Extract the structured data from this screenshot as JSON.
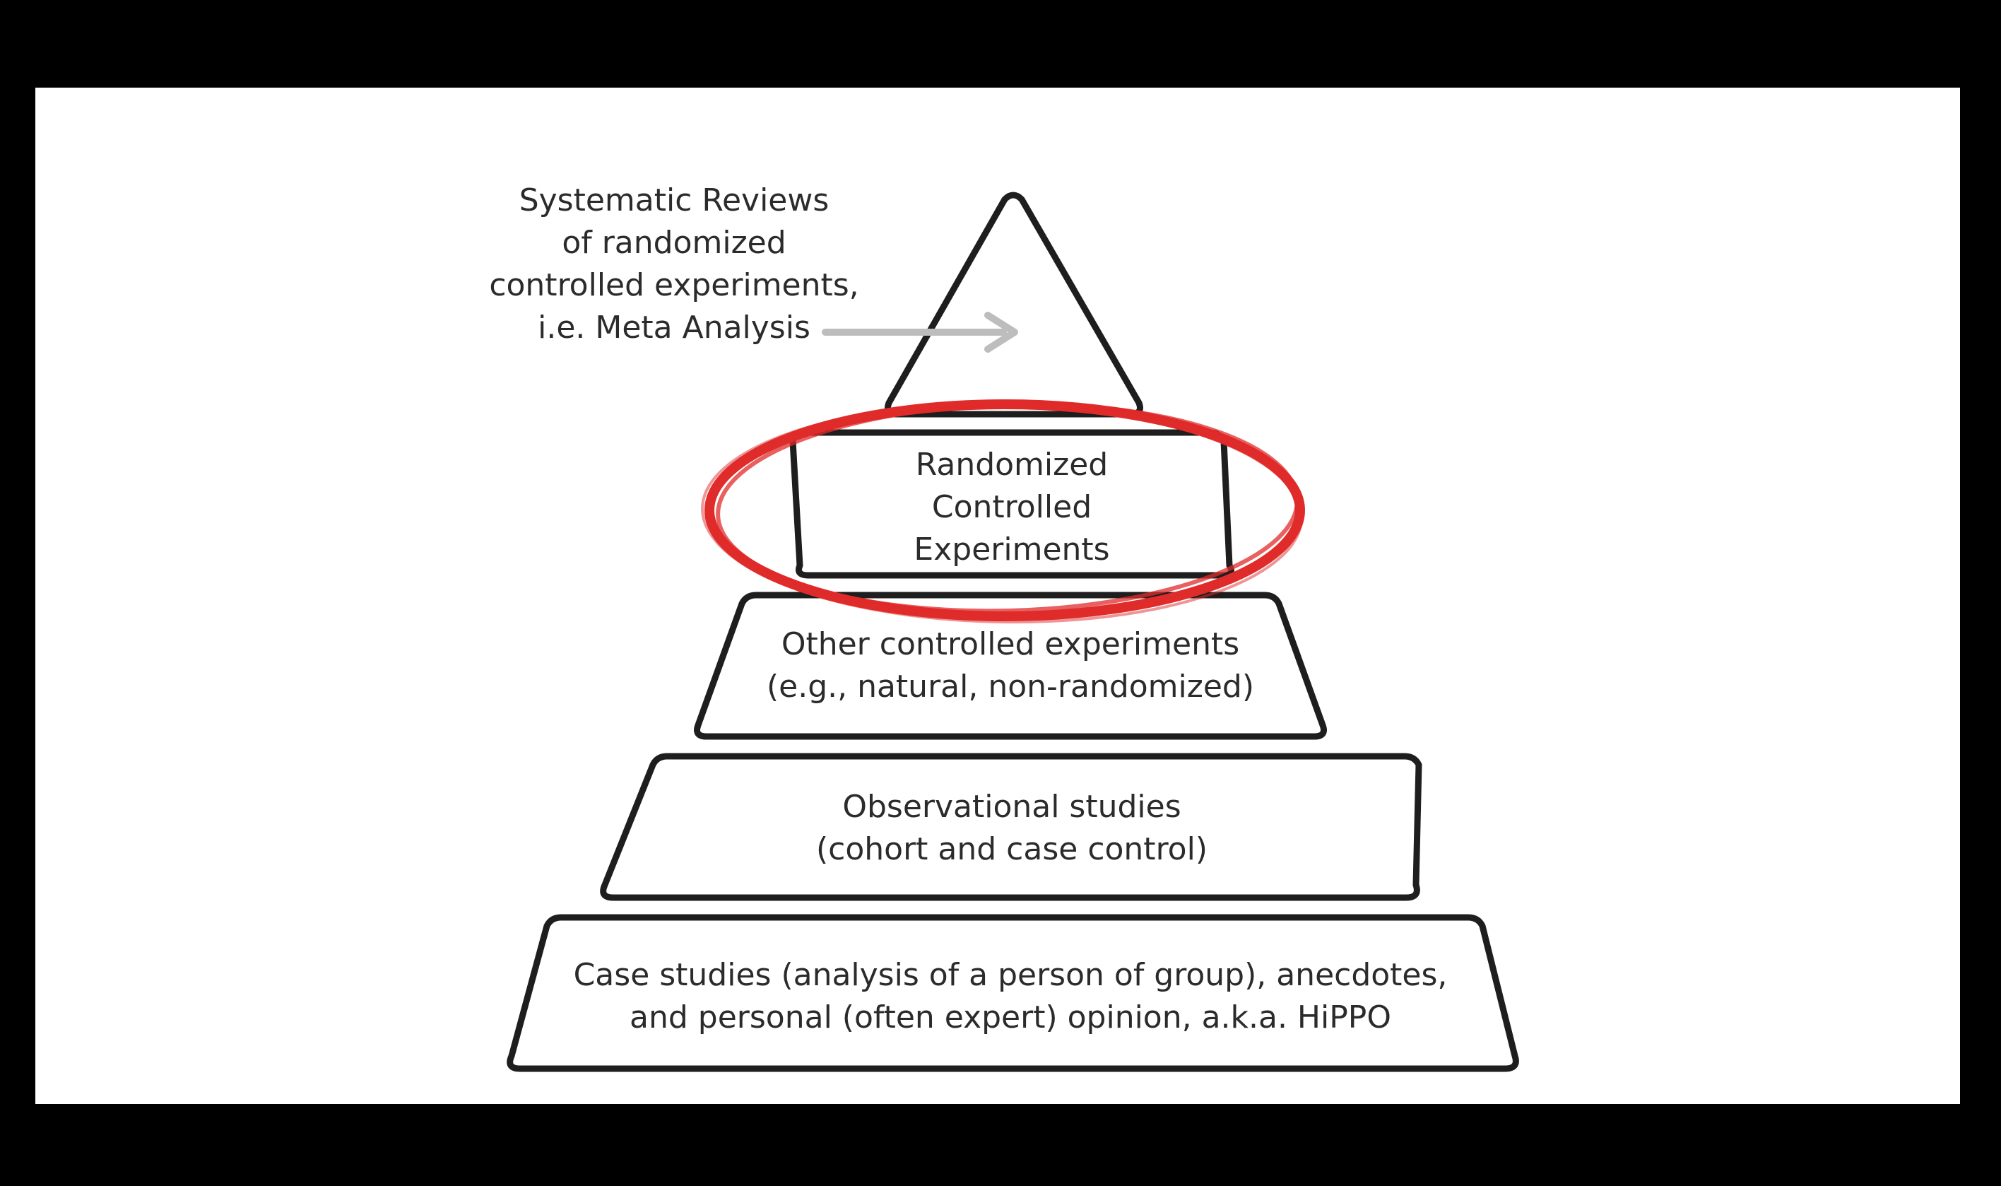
{
  "colors": {
    "frame": "#000000",
    "slide": "#ffffff",
    "outline": "#1e1e1e",
    "text": "#2b2b2b",
    "arrow": "#bdbdbd",
    "highlight": "#e02b2b"
  },
  "callout": {
    "lines": [
      "Systematic Reviews",
      "of randomized",
      "controlled experiments,",
      "i.e. Meta Analysis"
    ]
  },
  "tiers": [
    {
      "lines": [
        "Randomized",
        "Controlled",
        "Experiments"
      ],
      "highlighted": true
    },
    {
      "lines": [
        "Other controlled experiments",
        "(e.g., natural, non-randomized)"
      ],
      "highlighted": false
    },
    {
      "lines": [
        "Observational studies",
        "(cohort and case control)"
      ],
      "highlighted": false
    },
    {
      "lines": [
        "Case studies (analysis of a person of group), anecdotes,",
        "and personal (often expert) opinion, a.k.a. HiPPO"
      ],
      "highlighted": false
    }
  ],
  "icons": {
    "arrow": "right-arrow-icon",
    "circle": "red-hand-drawn-circle"
  }
}
